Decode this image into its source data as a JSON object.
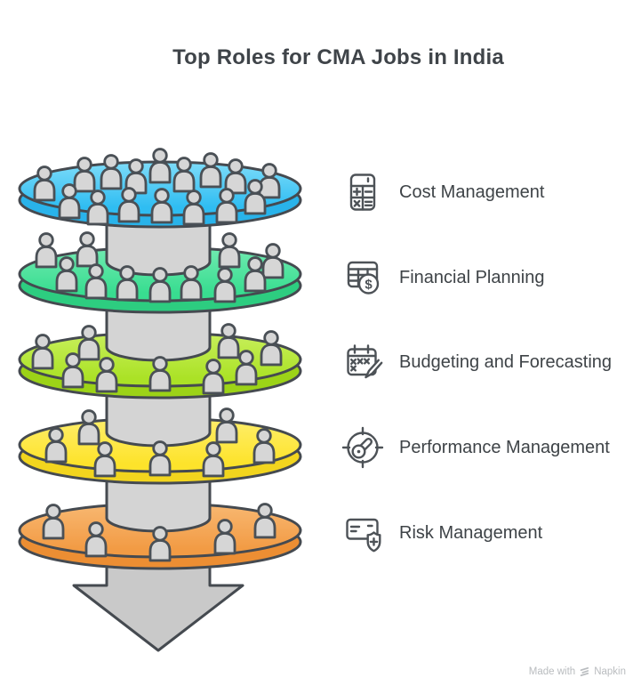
{
  "title": "Top Roles for CMA Jobs in India",
  "roles": [
    {
      "label": "Cost Management",
      "icon": "calculator-icon"
    },
    {
      "label": "Financial Planning",
      "icon": "spreadsheet-dollar-icon"
    },
    {
      "label": "Budgeting and Forecasting",
      "icon": "calendar-pencil-icon"
    },
    {
      "label": "Performance Management",
      "icon": "gauge-target-icon"
    },
    {
      "label": "Risk Management",
      "icon": "card-shield-plus-icon"
    }
  ],
  "icons": {
    "dollar_sign": "$"
  },
  "funnel": {
    "direction": "down",
    "outline_color": "#454a50",
    "person_outline_color": "#4a5056",
    "column_color": "#d4d4d4",
    "arrow_color": "#c9c9c9",
    "person_color": "#d6d6d6",
    "layers": [
      {
        "role": "Cost Management",
        "people": 16,
        "color": "#2fbdf2",
        "color_light": "#7edcf9",
        "rim_color": "#29b3ea"
      },
      {
        "role": "Financial Planning",
        "people": 11,
        "color": "#38dd90",
        "color_light": "#71eab1",
        "rim_color": "#2dcd80"
      },
      {
        "role": "Budgeting and Forecasting",
        "people": 9,
        "color": "#abe226",
        "color_light": "#c8ef5c",
        "rim_color": "#9cd317"
      },
      {
        "role": "Performance Management",
        "people": 7,
        "color": "#fde32b",
        "color_light": "#ffee6b",
        "rim_color": "#f2d51e"
      },
      {
        "role": "Risk Management",
        "people": 5,
        "color": "#f29b44",
        "color_light": "#f8b872",
        "rim_color": "#ec8e33"
      }
    ]
  },
  "footer": {
    "text_prefix": "Made with",
    "brand": "Napkin"
  }
}
